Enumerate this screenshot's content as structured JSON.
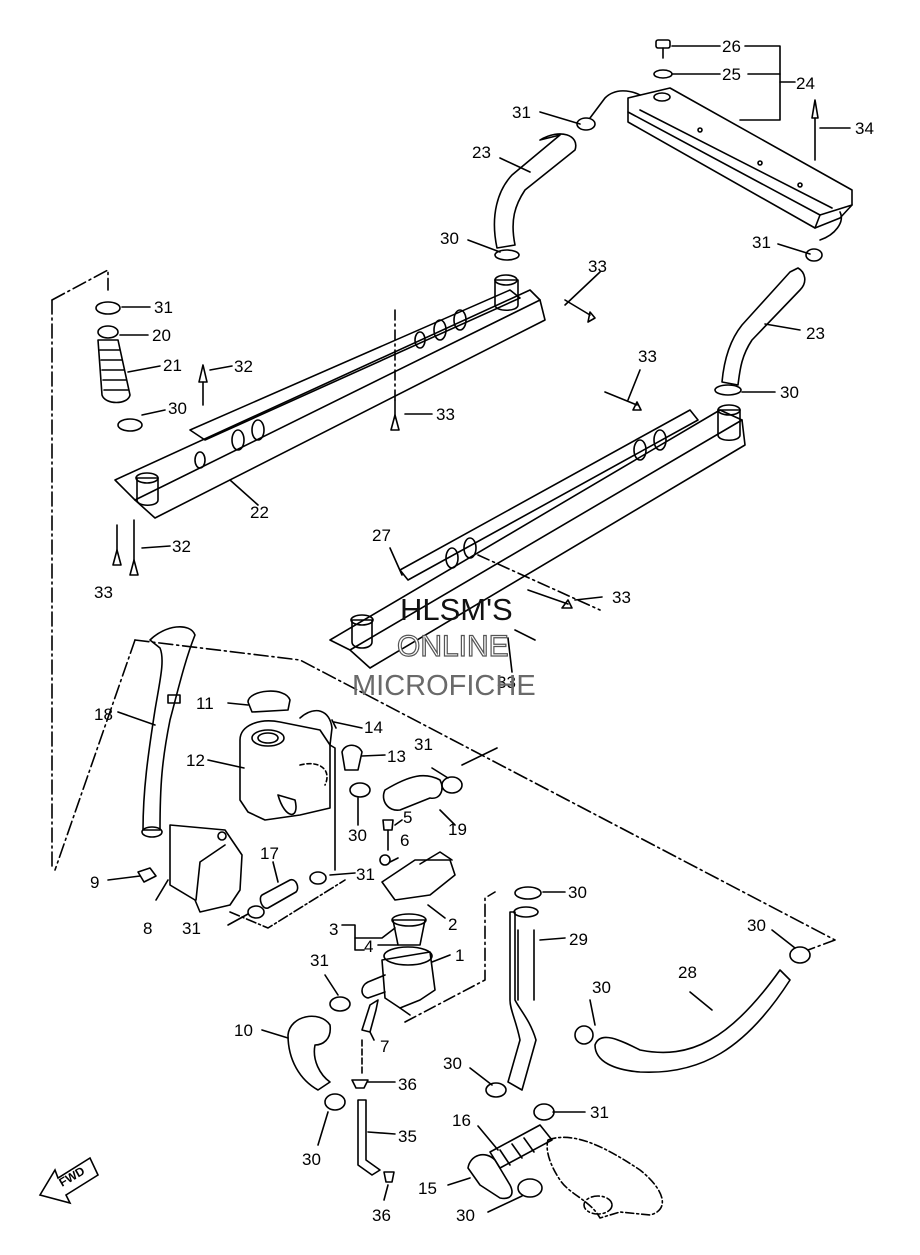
{
  "watermark": {
    "line1": "HLSM'S",
    "line2": "ONLINE",
    "line3": "MICROFICHE"
  },
  "direction_badge": "FWD",
  "callouts": {
    "c1": "1",
    "c2": "2",
    "c3": "3",
    "c4": "4",
    "c5": "5",
    "c6": "6",
    "c7": "7",
    "c8": "8",
    "c9": "9",
    "c10": "10",
    "c11": "11",
    "c12": "12",
    "c13": "13",
    "c14": "14",
    "c15": "15",
    "c16": "16",
    "c17": "17",
    "c18": "18",
    "c19": "19",
    "c20": "20",
    "c21": "21",
    "c22": "22",
    "c23": "23",
    "c24": "24",
    "c25": "25",
    "c26": "26",
    "c27": "27",
    "c28": "28",
    "c29": "29",
    "c30": "30",
    "c31": "31",
    "c32": "32",
    "c33": "33",
    "c34": "34",
    "c35": "35",
    "c36": "36"
  }
}
